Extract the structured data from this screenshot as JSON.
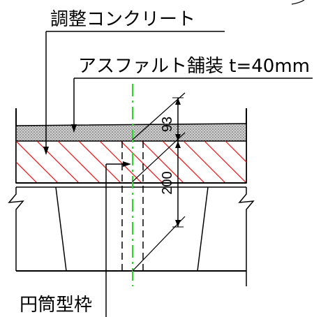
{
  "labels": {
    "adjust_concrete": "調整コンクリート",
    "asphalt": "アスファルト舗装 t=40mm",
    "cylinder_frame": "円筒型枠"
  },
  "dimensions": {
    "asphalt_dim": "93",
    "concrete_dim": "200"
  },
  "colors": {
    "centerline": "#22dd22",
    "hatch": "#ee1111",
    "line": "#000000"
  }
}
